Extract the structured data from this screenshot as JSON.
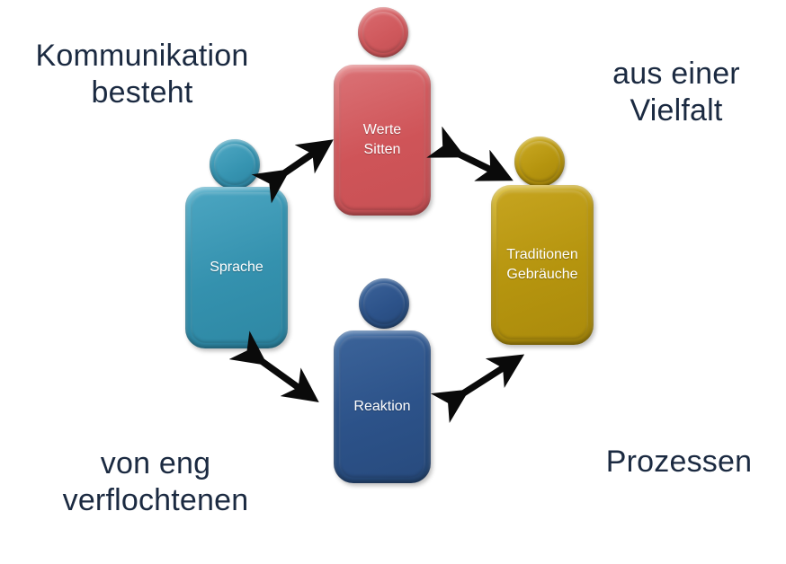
{
  "diagram": {
    "title": "Kommunikation besteht aus einer Vielfalt von eng verflochtenen Prozessen",
    "background_color": "#ffffff",
    "caption_color": "#1b2a41"
  },
  "captions": {
    "top_left": "Kommunikation\nbesteht",
    "top_right": "aus einer\nVielfalt",
    "bottom_left": "von eng\nverflochtenen",
    "bottom_right": "Prozessen"
  },
  "figures": [
    {
      "id": "sprache",
      "label": "Sprache",
      "color": "#3491ae",
      "position": "left"
    },
    {
      "id": "werte-sitten",
      "label": "Werte\nSitten",
      "color": "#cf5458",
      "position": "top-center"
    },
    {
      "id": "traditionen-gebraeuche",
      "label": "Traditionen\nGebräuche",
      "color": "#b5940e",
      "position": "right"
    },
    {
      "id": "reaktion",
      "label": "Reaktion",
      "color": "#2c5289",
      "position": "bottom-center"
    }
  ],
  "connectors": [
    {
      "id": "sprache-werte",
      "from": "sprache",
      "to": "werte-sitten",
      "style": "double-headed",
      "color": "#0a0a0a"
    },
    {
      "id": "werte-traditionen",
      "from": "werte-sitten",
      "to": "traditionen-gebraeuche",
      "style": "double-headed",
      "color": "#0a0a0a"
    },
    {
      "id": "sprache-reaktion",
      "from": "sprache",
      "to": "reaktion",
      "style": "double-headed",
      "color": "#0a0a0a"
    },
    {
      "id": "reaktion-traditionen",
      "from": "reaktion",
      "to": "traditionen-gebraeuche",
      "style": "double-headed",
      "color": "#0a0a0a"
    }
  ]
}
